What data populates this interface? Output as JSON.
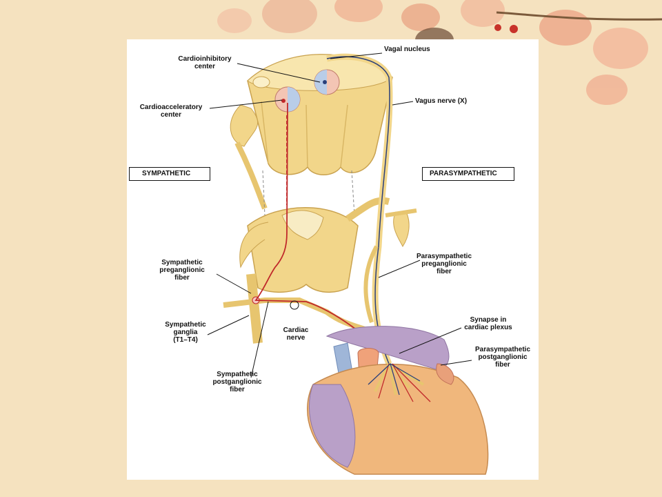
{
  "slide": {
    "background_color": "#f5e2bf",
    "accent_color": "#e8806a"
  },
  "diagram": {
    "boxes": {
      "sympathetic": "SYMPATHETIC",
      "parasympathetic": "PARASYMPATHETIC"
    },
    "labels": {
      "cardioinhibitory_center": "Cardioinhibitory\ncenter",
      "vagal_nucleus": "Vagal nucleus",
      "cardioacceleratory_center": "Cardioacceleratory\ncenter",
      "vagus_nerve": "Vagus nerve (X)",
      "sympathetic_preganglionic_fiber": "Sympathetic\npreganglionic\nfiber",
      "parasympathetic_preganglionic_fiber": "Parasympathetic\npreganglionic\nfiber",
      "sympathetic_ganglia": "Sympathetic\nganglia\n(T1–T4)",
      "cardiac_nerve": "Cardiac\nnerve",
      "synapse_in_cardiac_plexus": "Synapse in\ncardiac plexus",
      "parasympathetic_postganglionic_fiber": "Parasympathetic\npostganglionic\nfiber",
      "sympathetic_postganglionic_fiber": "Sympathetic\npostganglionic\nfiber"
    },
    "colors": {
      "nerve": "#f2d68a",
      "sympathetic_path": "#c0282a",
      "parasympathetic_path": "#2a3f7a",
      "heart_muscle": "#f0b77c",
      "atrium": "#b9a0c8"
    }
  }
}
